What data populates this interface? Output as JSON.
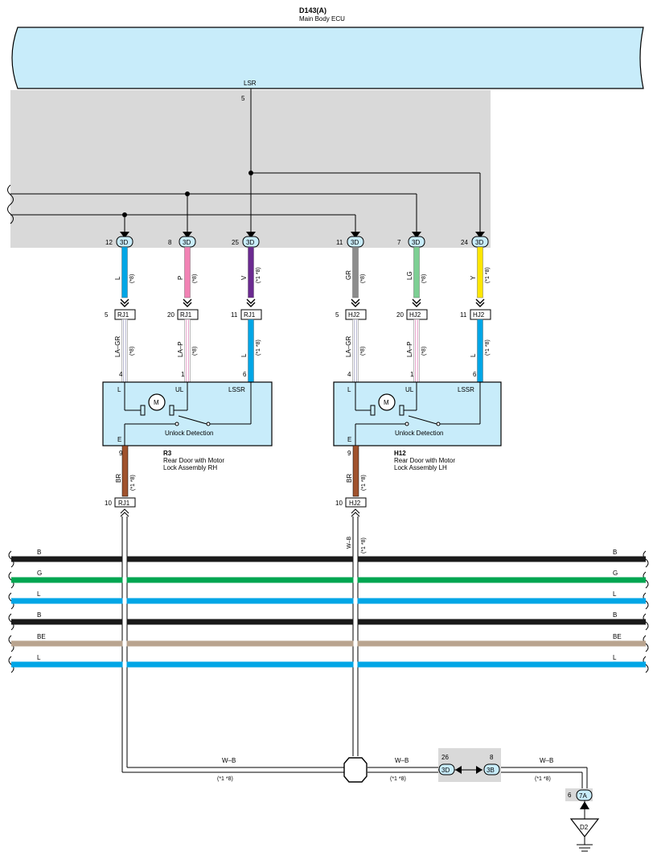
{
  "ecu": {
    "code": "D143(A)",
    "name": "Main Body ECU",
    "terminal_name": "LSR",
    "terminal_pin": "5"
  },
  "connectors_top": [
    {
      "pin": "12",
      "code": "3D",
      "wire": "L",
      "note": "(*8)",
      "color": "#00a6e6"
    },
    {
      "pin": "8",
      "code": "3D",
      "wire": "P",
      "note": "(*8)",
      "color": "#f282b4"
    },
    {
      "pin": "25",
      "code": "3D",
      "wire": "V",
      "note": "(*1 *8)",
      "color": "#6b2a90"
    },
    {
      "pin": "11",
      "code": "3D",
      "wire": "GR",
      "note": "(*8)",
      "color": "#8c8c8c"
    },
    {
      "pin": "7",
      "code": "3D",
      "wire": "LG",
      "note": "(*8)",
      "color": "#7ccf93"
    },
    {
      "pin": "24",
      "code": "3D",
      "wire": "Y",
      "note": "(*1 *8)",
      "color": "#ffe600"
    }
  ],
  "connectors_mid": [
    {
      "pin": "5",
      "code": "RJ1",
      "wire": "LA–GR",
      "note": "(*8)"
    },
    {
      "pin": "20",
      "code": "RJ1",
      "wire": "LA–P",
      "note": "(*8)"
    },
    {
      "pin": "11",
      "code": "RJ1",
      "wire": "L",
      "note": "(*1 *8)"
    },
    {
      "pin": "5",
      "code": "HJ2",
      "wire": "LA–GR",
      "note": "(*8)"
    },
    {
      "pin": "20",
      "code": "HJ2",
      "wire": "LA–P",
      "note": "(*8)"
    },
    {
      "pin": "11",
      "code": "HJ2",
      "wire": "L",
      "note": "(*1 *8)"
    }
  ],
  "lock_rh": {
    "pin_l": "4",
    "pin_ul": "1",
    "pin_lssr": "6",
    "pin_e": "9",
    "label_l": "L",
    "label_ul": "UL",
    "label_lssr": "LSSR",
    "label_e": "E",
    "motor": "M",
    "switch_label": "Unlock Detection",
    "code": "R3",
    "name1": "Rear Door with Motor",
    "name2": "Lock Assembly RH",
    "ground_wire": "BR",
    "ground_note": "(*1 *8)",
    "bottom_connector_pin": "10",
    "bottom_connector_code": "RJ1"
  },
  "lock_lh": {
    "pin_l": "4",
    "pin_ul": "1",
    "pin_lssr": "6",
    "pin_e": "9",
    "label_l": "L",
    "label_ul": "UL",
    "label_lssr": "LSSR",
    "label_e": "E",
    "motor": "M",
    "switch_label": "Unlock Detection",
    "code": "H12",
    "name1": "Rear Door with Motor",
    "name2": "Lock Assembly LH",
    "ground_wire": "BR",
    "ground_note": "(*1 *8)",
    "bottom_connector_pin": "10",
    "bottom_connector_code": "HJ2"
  },
  "lh_down_wire": {
    "label": "W–B",
    "note": "(*1 *8)"
  },
  "bus_wires": [
    {
      "label": "B",
      "color": "#1a1a1a"
    },
    {
      "label": "G",
      "color": "#00a651"
    },
    {
      "label": "L",
      "color": "#00a6e6"
    },
    {
      "label": "B",
      "color": "#1a1a1a"
    },
    {
      "label": "BE",
      "color": "#b9a48f"
    },
    {
      "label": "L",
      "color": "#00a6e6"
    }
  ],
  "ground_path": {
    "seg1_label": "W–B",
    "seg1_note": "(*1 *8)",
    "seg2_label": "W–B",
    "seg2_note": "(*1 *8)",
    "seg3_label": "W–B",
    "seg3_note": "(*1 *8)",
    "joint_a_pin": "26",
    "joint_a_code": "3D",
    "joint_b_pin": "8",
    "joint_b_code": "3B",
    "final_pin": "6",
    "final_code": "7A",
    "ground_point": "D2"
  },
  "colors": {
    "ecu_fill": "#c8ecfa",
    "shade": "#d9d9d9",
    "box_fill": "#c8ecfa"
  }
}
